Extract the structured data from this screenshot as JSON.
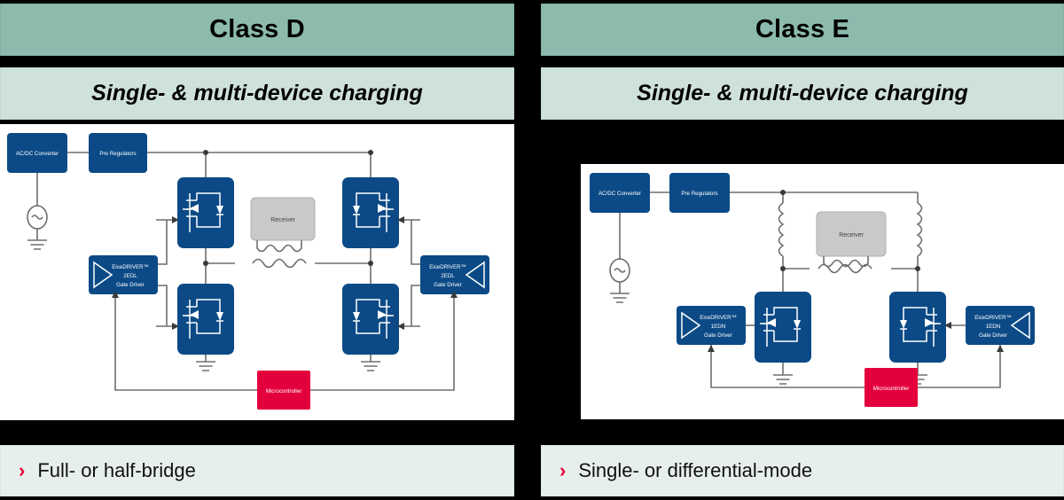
{
  "panels": [
    {
      "id": "class-d",
      "header": "Class D",
      "subtitle": "Single- & multi-device charging",
      "footer_bullet": "›",
      "footer": "Full- or half-bridge",
      "diagram": {
        "blocks": {
          "acdc": "AC/DC Converter",
          "pre": "Pre Regulators",
          "receiver": "Receiver",
          "mcu": "Microcontroller",
          "driver_brand": "EiceDRIVER™",
          "driver_part": "2EDL",
          "driver_type": "Gate Driver"
        }
      }
    },
    {
      "id": "class-e",
      "header": "Class E",
      "subtitle": "Single- & multi-device charging",
      "footer_bullet": "›",
      "footer": "Single- or differential-mode",
      "diagram": {
        "blocks": {
          "acdc": "AC/DC Converter",
          "pre": "Pre Regulators",
          "receiver": "Receiver",
          "mcu": "Microcontroller",
          "driver_brand": "EiceDRIVER™",
          "driver_part": "1EDN",
          "driver_type": "Gate Driver"
        }
      }
    }
  ],
  "colors": {
    "header_green": "#8CBBAE",
    "subtitle_green": "#CFE1DB",
    "footer_grey": "#E7EFEC",
    "block_blue": "#0B4A86",
    "mcu_red": "#E4003C",
    "receiver_grey": "#C9C9C9",
    "wire_grey": "#6E6E6E",
    "background": "#000000"
  }
}
